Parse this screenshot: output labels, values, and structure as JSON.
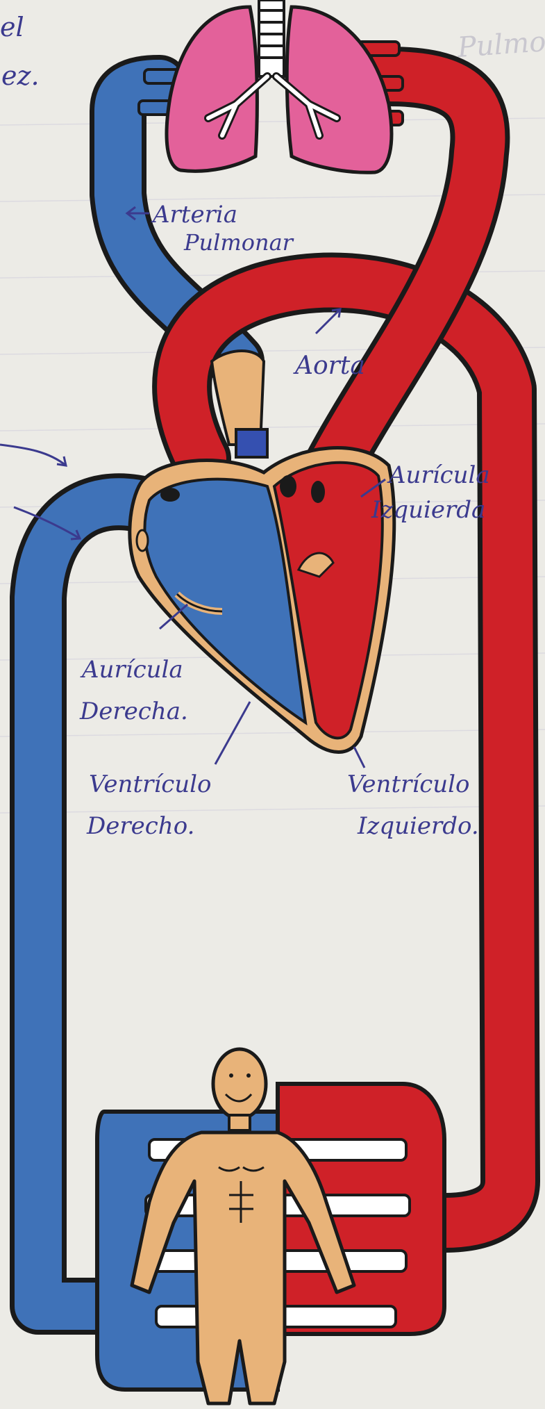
{
  "colors": {
    "paper": "#ecebe6",
    "deoxygenated": "#3f72b8",
    "oxygenated": "#cf2128",
    "lungs": "#e3619a",
    "skin": "#e8b379",
    "outline": "#1a1a1a",
    "ink": "#3b3a8e"
  },
  "margin_text": {
    "line1": "el",
    "line2": "ez."
  },
  "background_text": {
    "top_right": "Pulmona"
  },
  "labels": {
    "arteria_pulmonar": [
      "Arteria",
      "Pulmonar"
    ],
    "aorta": "Aorta",
    "auricula_izquierda": [
      "Aurícula",
      "Izquierda"
    ],
    "auricula_derecha": [
      "Aurícula",
      "Derecha."
    ],
    "ventriculo_derecho": [
      "Ventrículo",
      "Derecho."
    ],
    "ventriculo_izquierdo": [
      "Ventrículo",
      "Izquierdo."
    ]
  },
  "icons": {
    "lungs": "lungs-icon",
    "heart": "heart-icon",
    "body": "human-figure-icon"
  }
}
